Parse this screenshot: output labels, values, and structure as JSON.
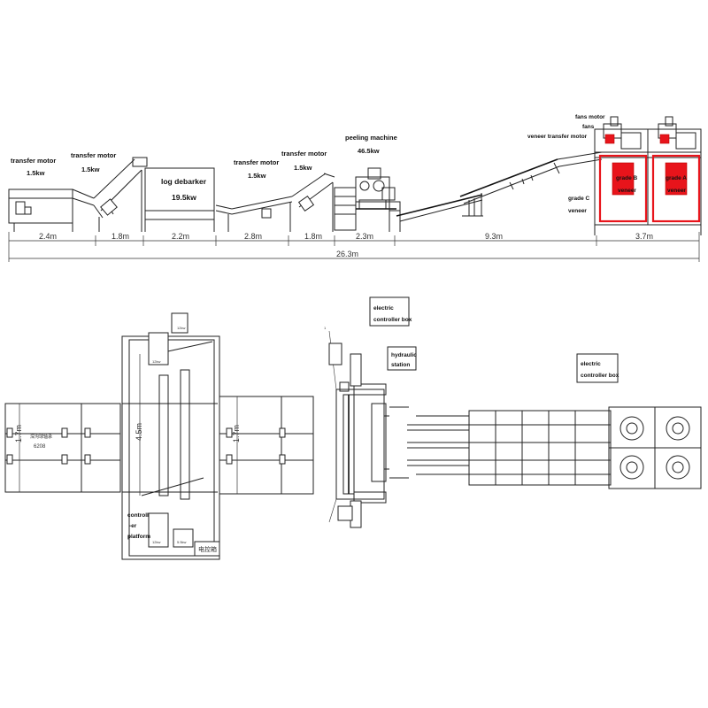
{
  "top_view": {
    "labels": {
      "transfer_motor_1": "transfer motor",
      "power_1": "1.5kw",
      "transfer_motor_2": "transfer motor",
      "power_2": "1.5kw",
      "log_debarker": "log debarker",
      "debarker_power": "19.5kw",
      "transfer_motor_3": "transfer motor",
      "power_3": "1.5kw",
      "transfer_motor_4": "transfer motor",
      "power_4": "1.5kw",
      "peeling_machine": "peeling machine",
      "peeling_power": "46.5kw",
      "fans_motor": "fans motor",
      "fans": "fans",
      "veneer_transfer_motor": "veneer transfer motor",
      "grade_b": "grade B",
      "grade_a": "grade A",
      "veneer_b": "veneer",
      "veneer_a": "veneer",
      "grade_c": "grade C",
      "veneer_c": "veneer"
    },
    "dimensions": {
      "seg1": "2.4m",
      "seg2": "1.8m",
      "seg3": "2.2m",
      "seg4": "2.8m",
      "seg5": "1.8m",
      "seg6": "2.3m",
      "seg7": "9.3m",
      "seg8": "3.7m",
      "total": "26.3m"
    }
  },
  "plan_view": {
    "labels": {
      "electric_box_1_l1": "electric",
      "electric_box_1_l2": "controller box",
      "hydraulic_l1": "hydraulic",
      "hydraulic_l2": "station",
      "electric_box_2_l1": "electric",
      "electric_box_2_l2": "controller box",
      "platform_l1": "controll",
      "platform_l2": "-er",
      "platform_l3": "platform",
      "bearing_code": "6208",
      "bearing_cjk": "深沟球轴承",
      "box_cjk": "电控箱",
      "motor_tag_1": "12kw",
      "motor_tag_2": "12kw",
      "motor_tag_3": "12kw",
      "motor_tag_4": "5.5kw"
    },
    "dimensions": {
      "width_left": "1.7m",
      "width_debarker": "4.5m",
      "width_right": "1.7m"
    }
  }
}
